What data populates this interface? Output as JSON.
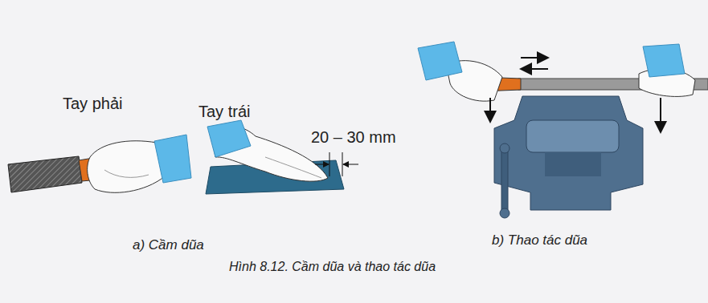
{
  "diagram": {
    "caption": "Hình 8.12. Cầm dũa và thao tác dũa",
    "labels": [
      "Tay phải",
      "Tay trái",
      "20 – 30 mm",
      "a) Cầm dũa",
      "b) Thao tác dũa"
    ]
  }
}
